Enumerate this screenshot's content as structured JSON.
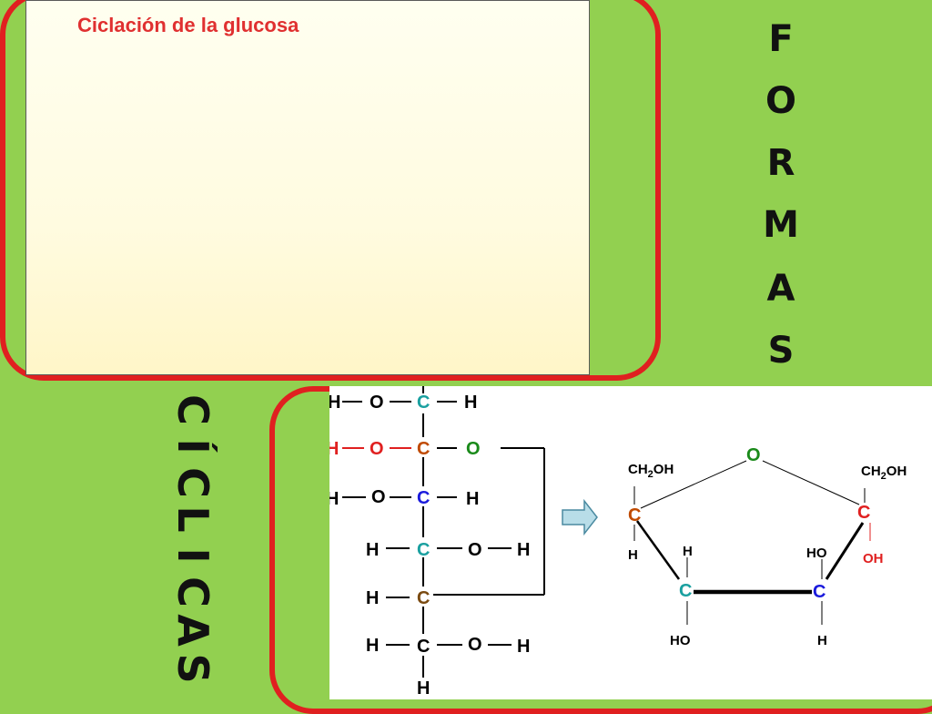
{
  "panel": {
    "title": "Ciclación de la glucosa"
  },
  "vertical_word_formas": [
    "F",
    "O",
    "R",
    "M",
    "A",
    "S"
  ],
  "vertical_word_ciclicas": [
    "C",
    "Í",
    "C",
    "L",
    "I",
    "C",
    "A",
    "S"
  ],
  "colors": {
    "background": "#92d050",
    "frame": "#e02020",
    "title": "#e03030",
    "c_brown": "#c04a00",
    "c_blue": "#1a1adc",
    "c_teal": "#1aa0a0",
    "o_green": "#1a8a1a",
    "oh_red": "#e02020"
  },
  "open_chain": {
    "rows": [
      {
        "left": "H",
        "center": "O",
        "carbon": "C",
        "right": "H"
      },
      {
        "left": "H",
        "center": "O",
        "carbon": "C",
        "right": "O"
      },
      {
        "left": "H",
        "center": "O",
        "carbon": "C",
        "right": "H"
      },
      {
        "left": "H",
        "carbon": "C",
        "right": "O",
        "right2": "H"
      },
      {
        "left": "H",
        "carbon": "C"
      },
      {
        "left": "H",
        "carbon": "C",
        "right": "O",
        "right2": "H"
      }
    ],
    "bottom": "H"
  },
  "ring": {
    "o": "O",
    "c1": "C",
    "c2": "C",
    "c3": "C",
    "c4": "C",
    "ch2oh_left": "CH2OH",
    "ch2oh_right": "CH2OH",
    "h_c1": "H",
    "h_c2": "H",
    "ho_c2": "HO",
    "ho_c3": "HO",
    "h_c3": "H",
    "oh_c4": "OH"
  },
  "arrow": {
    "icon": "arrow-right-icon"
  }
}
